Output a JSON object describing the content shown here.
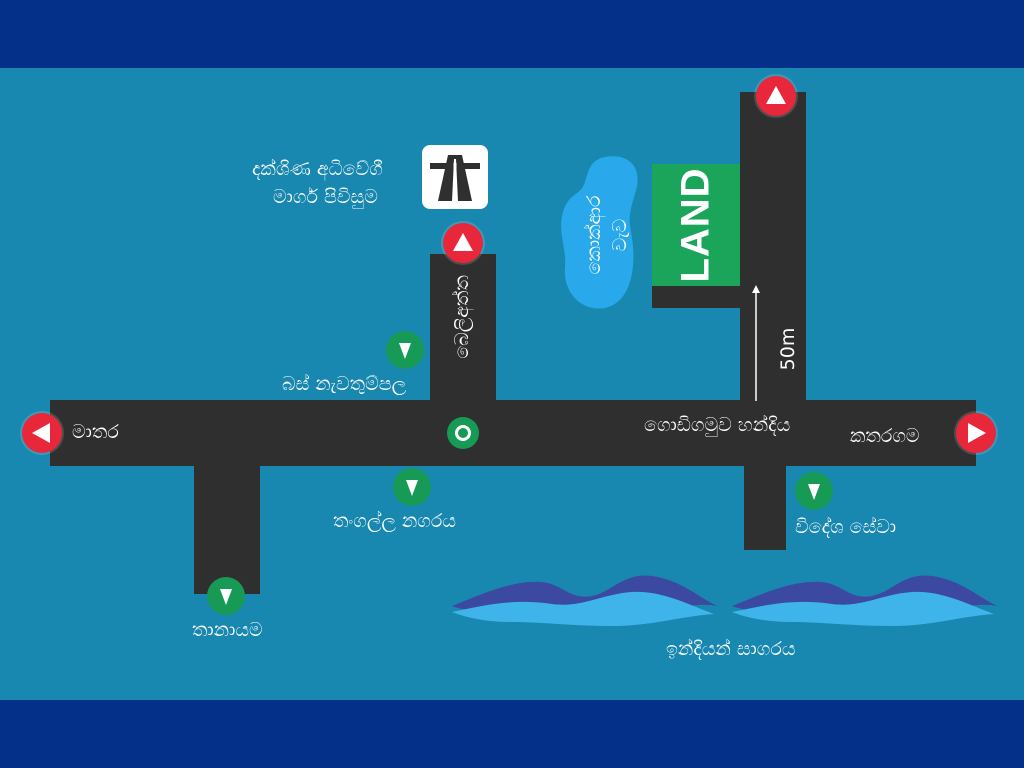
{
  "map": {
    "places": {
      "matara": "මාතර",
      "kataragama": "කතරගම",
      "godigamuwa_junction": "ගොඩිගමුව හන්දිය",
      "beliatta": "බෙලිඅත්ත",
      "bus_stand": "බස් නැවතුම්පල",
      "tangalle_town": "තංගල්ල නගරය",
      "police_station": "තානායම",
      "foreign_service": "විදේශ සේවා",
      "indian_ocean": "ඉන්දියන් සාගරය",
      "expressway_line1": "දක්ශිණ අධිවේගී",
      "expressway_line2": "මාර්ග පිවිසුම",
      "tank_line1": "කොක්ආර",
      "tank_line2": "වැව"
    },
    "land_label": "LAND",
    "distance_label": "50m",
    "icons": {
      "expressway": "expressway-sign-icon",
      "direction": "arrow-icon",
      "stop": "down-arrow-marker-icon",
      "current_location": "location-dot-icon"
    },
    "colors": {
      "background": "#1988b0",
      "band": "#04308a",
      "road": "#2f2f2f",
      "direction_marker": "#e8283a",
      "stop_marker": "#169a55",
      "land": "#1aa55a",
      "lake": "#29a9ec",
      "wave_dark": "#3b4aa0",
      "wave_light": "#3fb4ea"
    }
  }
}
